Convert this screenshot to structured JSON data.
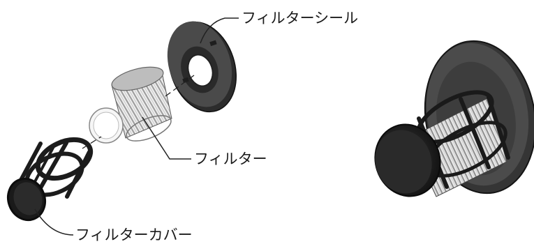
{
  "labels": {
    "filter_seal": "フィルターシール",
    "filter": "フィルター",
    "filter_cover": "フィルターカバー"
  }
}
